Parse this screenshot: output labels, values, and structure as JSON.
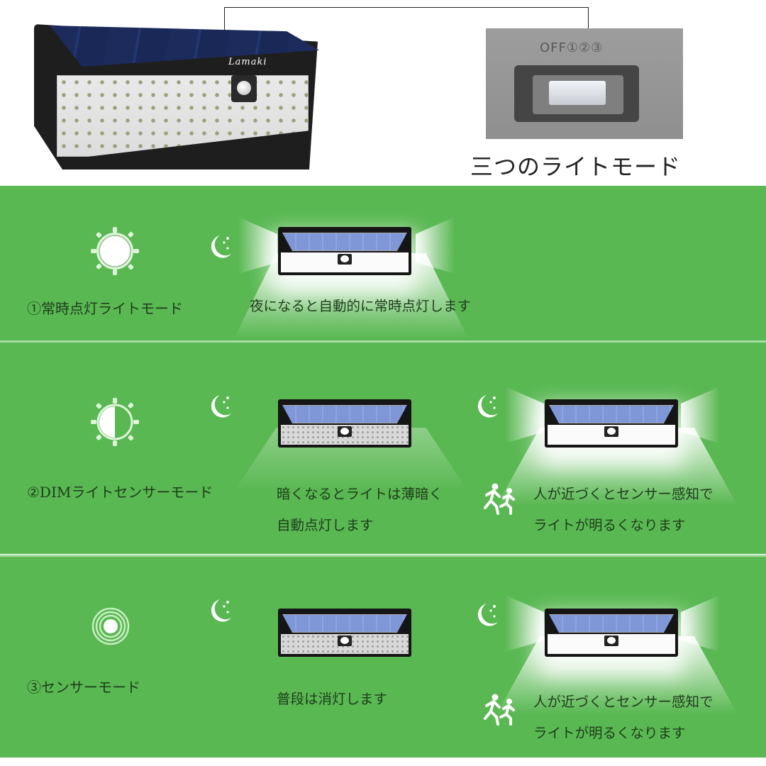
{
  "header": {
    "product_brand": "Lamaki",
    "switch_label": "OFF①②③",
    "caption": "三つのライトモード"
  },
  "colors": {
    "band_green": "#59b852",
    "separator": "#a6dca0",
    "text_dark_green": "#1e3d1c",
    "icon_white": "#ffffff"
  },
  "modes": [
    {
      "label": "①常時点灯ライトモード",
      "icon": "full-sun-icon",
      "steps": [
        {
          "icon": "moon-stars-icon",
          "lamp_state": "bright",
          "text_lines": [
            "夜になると自動的に常時点灯します"
          ]
        }
      ]
    },
    {
      "label": "②DIMライトセンサーモード",
      "icon": "half-sun-icon",
      "steps": [
        {
          "icon": "moon-stars-icon",
          "lamp_state": "dim",
          "text_lines": [
            "暗くなるとライトは薄暗く",
            "自動点灯します"
          ]
        },
        {
          "icon": "moon-stars-icon",
          "lamp_state": "bright",
          "extra_icon": "running-people-icon",
          "text_lines": [
            "人が近づくとセンサー感知で",
            "ライトが明るくなります"
          ]
        }
      ]
    },
    {
      "label": "③センサーモード",
      "icon": "concentric-circles-icon",
      "steps": [
        {
          "icon": "moon-stars-icon",
          "lamp_state": "off",
          "text_lines": [
            "普段は消灯します"
          ]
        },
        {
          "icon": "moon-stars-icon",
          "lamp_state": "bright",
          "extra_icon": "running-people-icon",
          "text_lines": [
            "人が近づくとセンサー感知で",
            "ライトが明るくなります"
          ]
        }
      ]
    }
  ]
}
